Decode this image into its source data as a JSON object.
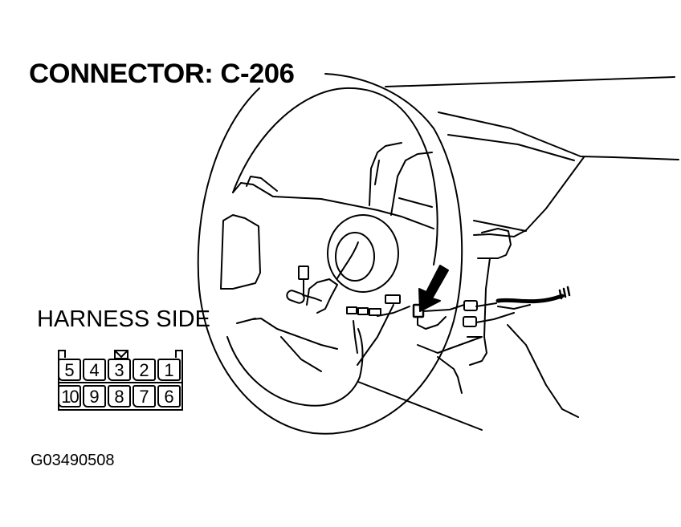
{
  "diagram": {
    "title": "CONNECTOR: C-206",
    "view_label": "HARNESS SIDE",
    "figure_id": "G03490508",
    "connector": {
      "top_row": [
        "5",
        "4",
        "3",
        "2",
        "1"
      ],
      "bottom_row": [
        "10",
        "9",
        "8",
        "7",
        "6"
      ],
      "key_position": "3"
    },
    "illustration": "steering-wheel-column-with-harness-and-arrow-to-connector",
    "colors": {
      "line": "#000000",
      "background": "#ffffff"
    }
  }
}
